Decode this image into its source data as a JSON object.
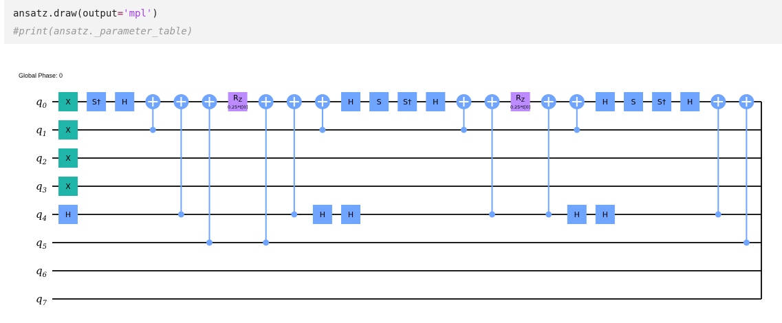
{
  "code": {
    "line1_prefix": "ansatz.draw(output",
    "line1_op": "=",
    "line1_str": "'mpl'",
    "line1_suffix": ")",
    "line2": "#print(ansatz._parameter_table)"
  },
  "circuit": {
    "global_phase": "Global Phase: 0",
    "qubits": [
      "q0",
      "q1",
      "q2",
      "q3",
      "q4",
      "q5",
      "q6",
      "q7"
    ],
    "colors": {
      "x": "#1fb5a8",
      "h": "#6fa4ff",
      "rz": "#bb8bff",
      "wire": "#000000"
    },
    "gates": [
      {
        "col": 0,
        "q": 0,
        "type": "x",
        "label": "X"
      },
      {
        "col": 0,
        "q": 1,
        "type": "x",
        "label": "X"
      },
      {
        "col": 0,
        "q": 2,
        "type": "x",
        "label": "X"
      },
      {
        "col": 0,
        "q": 3,
        "type": "x",
        "label": "X"
      },
      {
        "col": 0,
        "q": 4,
        "type": "h",
        "label": "H"
      },
      {
        "col": 1,
        "q": 0,
        "type": "h",
        "label": "S†"
      },
      {
        "col": 2,
        "q": 0,
        "type": "h",
        "label": "H"
      },
      {
        "col": 3,
        "type": "cx",
        "target": 0,
        "control": 1
      },
      {
        "col": 4,
        "type": "cx",
        "target": 0,
        "control": 4
      },
      {
        "col": 5,
        "type": "cx",
        "target": 0,
        "control": 5
      },
      {
        "col": 6,
        "q": 0,
        "type": "rz",
        "label": "Rz",
        "param": "0.25*t[0]"
      },
      {
        "col": 7,
        "type": "cx",
        "target": 0,
        "control": 5
      },
      {
        "col": 8,
        "type": "cx",
        "target": 0,
        "control": 4
      },
      {
        "col": 9,
        "type": "cx",
        "target": 0,
        "control": 1
      },
      {
        "col": 9,
        "q": 4,
        "type": "h",
        "label": "H"
      },
      {
        "col": 10,
        "q": 0,
        "type": "h",
        "label": "H"
      },
      {
        "col": 10,
        "q": 4,
        "type": "h",
        "label": "H"
      },
      {
        "col": 11,
        "q": 0,
        "type": "h",
        "label": "S"
      },
      {
        "col": 12,
        "q": 0,
        "type": "h",
        "label": "S†"
      },
      {
        "col": 13,
        "q": 0,
        "type": "h",
        "label": "H"
      },
      {
        "col": 14,
        "type": "cx",
        "target": 0,
        "control": 1
      },
      {
        "col": 15,
        "type": "cx",
        "target": 0,
        "control": 4
      },
      {
        "col": 16,
        "q": 0,
        "type": "rz",
        "label": "Rz",
        "param": "0.25*t[0]"
      },
      {
        "col": 17,
        "type": "cx",
        "target": 0,
        "control": 4
      },
      {
        "col": 18,
        "type": "cx",
        "target": 0,
        "control": 1
      },
      {
        "col": 18,
        "q": 4,
        "type": "h",
        "label": "H"
      },
      {
        "col": 19,
        "q": 0,
        "type": "h",
        "label": "H"
      },
      {
        "col": 19,
        "q": 4,
        "type": "h",
        "label": "H"
      },
      {
        "col": 20,
        "q": 0,
        "type": "h",
        "label": "S"
      },
      {
        "col": 21,
        "q": 0,
        "type": "h",
        "label": "S†"
      },
      {
        "col": 22,
        "q": 0,
        "type": "h",
        "label": "H"
      },
      {
        "col": 23,
        "type": "cx",
        "target": 0,
        "control": 4
      },
      {
        "col": 24,
        "type": "cx",
        "target": 0,
        "control": 5
      }
    ]
  }
}
